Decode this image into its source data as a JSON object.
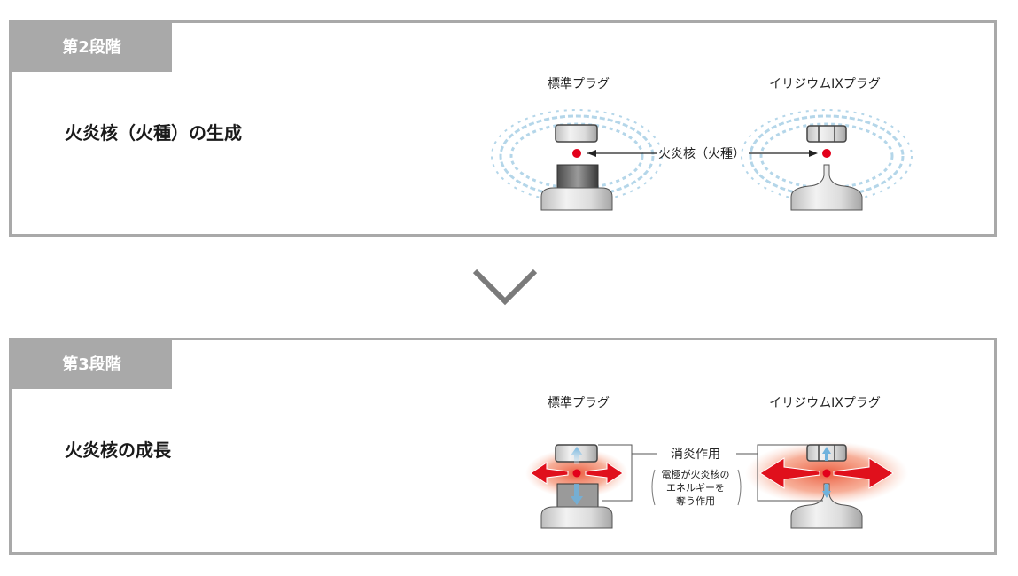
{
  "stage2": {
    "tab_label": "第2段階",
    "heading": "火炎核（火種）の生成",
    "plug_standard_label": "標準プラグ",
    "plug_iridium_label": "イリジウムIXプラグ",
    "flame_kernel_label": "火炎核（火種）"
  },
  "stage3": {
    "tab_label": "第3段階",
    "heading": "火炎核の成長",
    "plug_standard_label": "標準プラグ",
    "plug_iridium_label": "イリジウムIXプラグ",
    "quenching_label": "消炎作用",
    "quenching_note_line1": "電極が火炎核の",
    "quenching_note_line2": "エネルギーを",
    "quenching_note_line3": "奪う作用"
  },
  "colors": {
    "frame": "#a9a9a9",
    "kernel_red": "#e3001b",
    "swirl_blue": "#a8cfe6",
    "arrow_red": "#e0101c"
  },
  "icons": [
    "chevron-down-icon"
  ]
}
